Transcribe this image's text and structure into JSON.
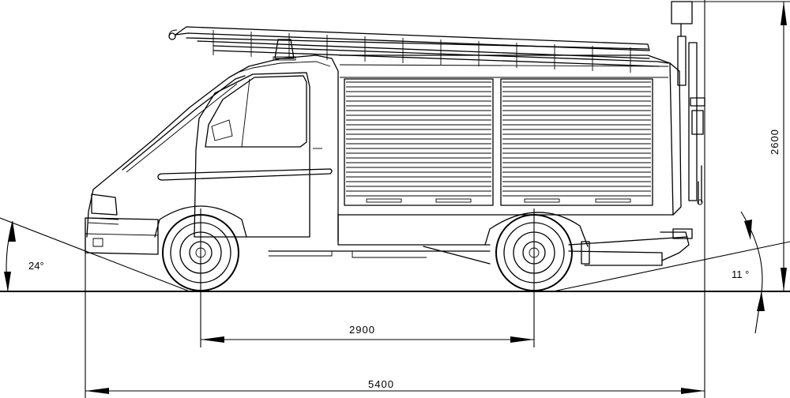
{
  "dimensions": {
    "wheelbase": "2900",
    "overall_length": "5400",
    "overall_height": "2600",
    "approach_angle": "24°",
    "departure_angle": "11 °"
  },
  "shutter_slats": 24
}
